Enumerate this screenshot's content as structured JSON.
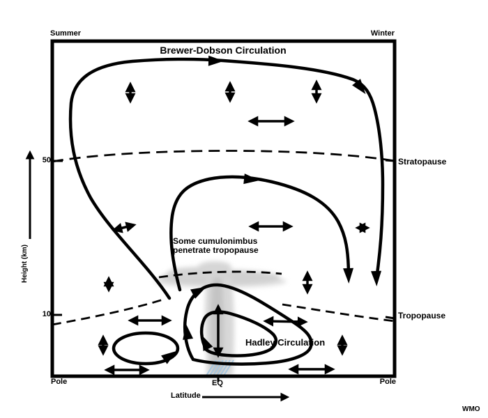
{
  "figure": {
    "title": "Brewer-Dobson Circulation",
    "credit": "WMO"
  },
  "axes": {
    "y_label": "Height (km)",
    "y_ticks": {
      "upper": "50",
      "lower": "10"
    },
    "x_label": "Latitude",
    "x_ticks": {
      "left": "Pole",
      "center": "EQ",
      "right": "Pole"
    },
    "top_left_season": "Summer",
    "top_right_season": "Winter"
  },
  "annotations": {
    "stratopause": "Stratopause",
    "tropopause": "Tropopause",
    "cumulonimbus_line1": "Some cumulonimbus",
    "cumulonimbus_line2": "penetrate tropopause",
    "hadley": "Hadley Circulation"
  },
  "colors": {
    "line": "#000000",
    "background": "#ffffff",
    "cloud_gray": "#d2d2d2",
    "rain_blue": "#a5c7e0"
  }
}
